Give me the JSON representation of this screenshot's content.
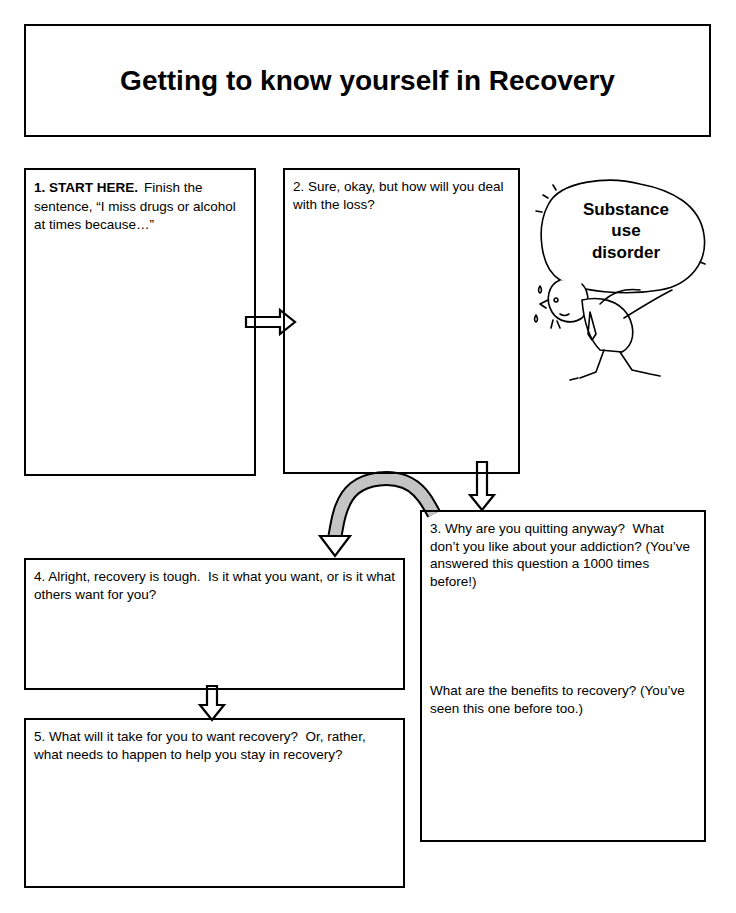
{
  "diagram": {
    "title": "Getting to know yourself in Recovery",
    "nodes": [
      {
        "text": [
          "1. START HERE.",
          "Finish the sentence, “I miss drugs or alcohol at times because…”"
        ]
      },
      {
        "text": [
          "2. Sure, okay, but how will you deal with the loss?"
        ]
      },
      {
        "text": [
          "3. Why are you quitting anyway?  What don’t you like about your addiction? (You’ve answered this question a 1000 times before!)",
          "What are the benefits to recovery? (You’ve seen this one before too.)"
        ]
      },
      {
        "text": [
          "4. Alright, recovery is tough.  Is it what you want, or is it what others want for you?"
        ]
      },
      {
        "text": [
          "5. What will it take for you to want recovery?  Or, rather, what needs to happen to help you stay in recovery?"
        ]
      }
    ],
    "edges": [
      {
        "from": 0,
        "to": 1,
        "arrow": "to"
      },
      {
        "from": 1,
        "to": 2,
        "arrow": "to"
      },
      {
        "from": 2,
        "to": 3,
        "arrow": "to"
      },
      {
        "from": 3,
        "to": 4,
        "arrow": "to"
      }
    ],
    "labels": [
      "Substance use disorder"
    ]
  }
}
